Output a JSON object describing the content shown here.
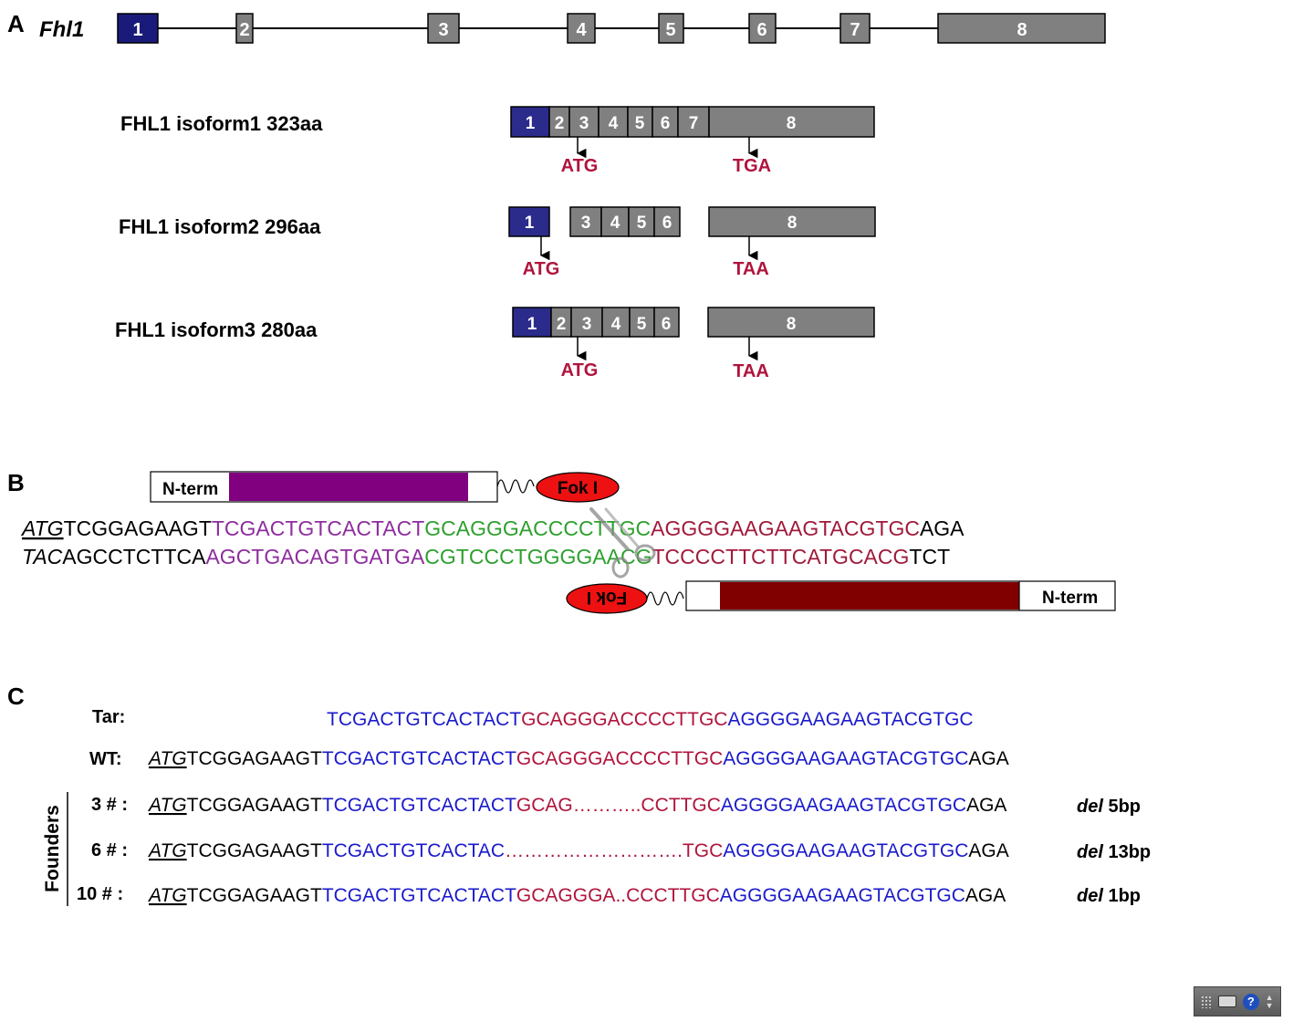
{
  "panelA": {
    "letter": "A",
    "gene": "Fhl1",
    "exons": [
      "1",
      "2",
      "3",
      "4",
      "5",
      "6",
      "7",
      "8"
    ],
    "isoforms": [
      {
        "name": "FHL1 isoform1 323aa",
        "start": "ATG",
        "stop": "TGA"
      },
      {
        "name": "FHL1 isoform2 296aa",
        "start": "ATG",
        "stop": "TAA"
      },
      {
        "name": "FHL1 isoform3 280aa",
        "start": "ATG",
        "stop": "TAA"
      }
    ]
  },
  "panelB": {
    "letter": "B",
    "nterm": "N-term",
    "fok": "Fok I",
    "top": [
      "ATG",
      "TCGGAGAAGT",
      "TCGACTGTCACTACT",
      "GCAGGGACCCCTTGC",
      "AGGGGAAGAAGTACGTGC",
      "AGA"
    ],
    "bottom": [
      "TAC",
      "AGCCTCTTCA",
      "AGCTGACAGTGATGA",
      "CGTCCCTGGGGAACG",
      "TCCCCTTCTTCATGCACG",
      "TCT"
    ]
  },
  "panelC": {
    "letter": "C",
    "founders_label": "Founders",
    "rows": [
      {
        "label": "Tar:",
        "segs": [
          "",
          "",
          "TCGACTGTCACTACT",
          "GCAGGGACCCCTTGC",
          "AGGGGAAGAAGTACGTGC",
          ""
        ],
        "del_word": "",
        "del_size": ""
      },
      {
        "label": "WT:",
        "segs": [
          "ATG",
          "TCGGAGAAGT",
          "TCGACTGTCACTACT",
          "GCAGGGACCCCTTGC",
          "AGGGGAAGAAGTACGTGC",
          "AGA"
        ],
        "del_word": "",
        "del_size": ""
      },
      {
        "label": "3 # :",
        "segs": [
          "ATG",
          "TCGGAGAAGT",
          "TCGACTGTCACTACT",
          "GCAG………..CCTTGC",
          "AGGGGAAGAAGTACGTGC",
          "AGA"
        ],
        "del_word": "del",
        "del_size": "5bp"
      },
      {
        "label": "6 # :",
        "segs": [
          "ATG",
          "TCGGAGAAGT",
          "TCGACTGTCACTAC",
          "……………………….TGC",
          "AGGGGAAGAAGTACGTGC",
          "AGA"
        ],
        "del_word": "del",
        "del_size": "13bp"
      },
      {
        "label": "10 # :",
        "segs": [
          "ATG",
          "TCGGAGAAGT",
          "TCGACTGTCACTACT",
          "GCAGGGA..CCCTTGC",
          "AGGGGAAGAAGTACGTGC",
          "AGA"
        ],
        "del_word": "del",
        "del_size": "1bp"
      }
    ]
  },
  "colors": {
    "exon1": "#1a1a7a",
    "exon_gray": "#808080",
    "codon": "#b0143c",
    "purple": "#8e2d9e",
    "green": "#2ea02e",
    "darkred": "#a01a3a",
    "blue": "#1a1acc",
    "C_red": "#b0143c",
    "bar_purple": "#800080",
    "bar_darkred": "#800000",
    "fok_fill": "#ee1111"
  },
  "widget": {
    "help": "?"
  }
}
